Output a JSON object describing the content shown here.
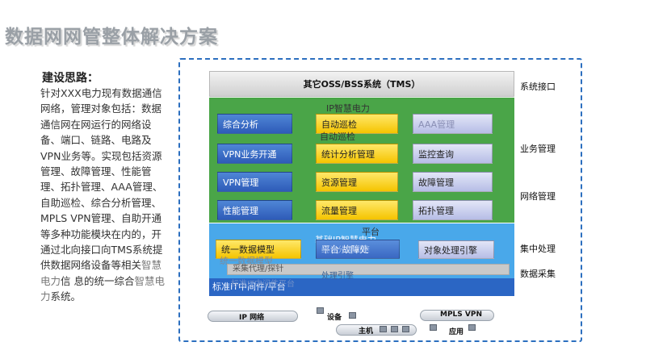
{
  "title": "数据网网管整体解决方案",
  "ideas": {
    "heading": "建设思路：",
    "body_main": "针对XXX电力现有数据通信网络，管理对象包括：数据通信网在网运行的网络设备、端口、链路、电路及VPN业务等。实现包括资源管理、故障管理、性能管理、拓扑管理、AAA管理、自助巡检、综合分析管理、MPLS VPN管理、自助开通等多种功能模块在内的，开通过北向接口向TMS系统提供数据网络设备等相关",
    "body_tail1": "智慧电力",
    "body_mid": "信 息的统一综合",
    "body_tail2": "智慧电力",
    "body_end": "系统。"
  },
  "diagram": {
    "oss_label": "其它OSS/BSS系统（TMS）",
    "modules": {
      "zhfx": "综合分析",
      "zdxj": "自动巡检",
      "aaa": "AAA管理",
      "vpnkt": "VPN业务开通",
      "tjfx": "统计分析管理",
      "jkcx": "监控查询",
      "vpngl": "VPN管理",
      "zygl": "资源管理",
      "gzgl": "故障管理",
      "xngl": "性能管理",
      "llgl": "流量管理",
      "tpgl": "拓扑管理",
      "tysj": "统一数据模型",
      "pt_gzc": "平台 故障处",
      "dxcl": "对象处理引擎"
    },
    "overlays": {
      "ip_zhdl": "IP智慧电力",
      "zdxj2": "自动巡检",
      "pt": "平台",
      "jc_ip": "基础IP智慧电力",
      "tysj_ghost": "统一数据模型",
      "tysj_ghost2": "统计分理引擎",
      "sj_eng": "处理引擎",
      "bz_ghost": "标准IT中间件平台"
    },
    "collect_label": "采集代理/探针",
    "std_label": "标准IT中间件/平台",
    "layers": {
      "interface": "系统接口",
      "business": "业务管理",
      "network": "网络管理",
      "central": "集中处理",
      "collect": "数据采集"
    },
    "bottom": {
      "ip_net": "IP 网络",
      "device": "设备",
      "mpls": "MPLS VPN",
      "host": "主机",
      "app": "应用"
    }
  }
}
